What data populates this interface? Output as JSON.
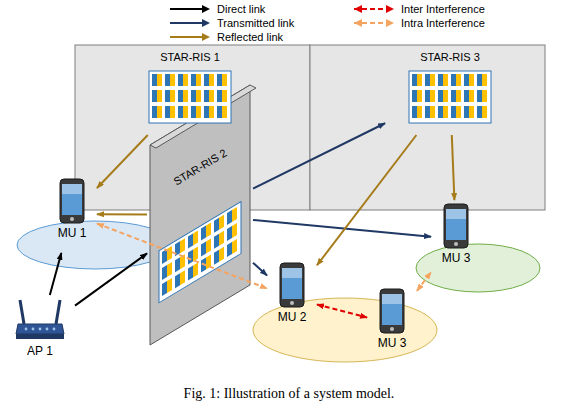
{
  "diagram": {
    "caption": "Fig. 1: Illustration of a system model.",
    "nodes": [
      {
        "text": [
          "STAR-RIS 1"
        ]
      },
      {
        "text": [
          "STAR-RIS 2"
        ]
      },
      {
        "text": [
          "STAR-RIS 3"
        ]
      },
      {
        "text": [
          "MU 1"
        ]
      },
      {
        "text": [
          "MU 2"
        ]
      },
      {
        "text": [
          "MU 3"
        ]
      },
      {
        "text": [
          "MU 3"
        ]
      },
      {
        "text": [
          "AP 1"
        ]
      }
    ],
    "edges": [
      {
        "from": 7,
        "to": 1,
        "arrow": "to"
      },
      {
        "from": 7,
        "to": 3,
        "arrow": "to"
      },
      {
        "from": 0,
        "to": 3,
        "arrow": "to"
      },
      {
        "from": 1,
        "to": 3,
        "arrow": "to"
      },
      {
        "from": 1,
        "to": 2,
        "arrow": "to"
      },
      {
        "from": 1,
        "to": 4,
        "arrow": "to"
      },
      {
        "from": 1,
        "to": 5,
        "arrow": "to"
      },
      {
        "from": 2,
        "to": 5,
        "arrow": "to"
      },
      {
        "from": 2,
        "to": 4,
        "arrow": "to"
      },
      {
        "from": 4,
        "to": 6,
        "arrow": "both"
      },
      {
        "from": 3,
        "to": 4,
        "arrow": "both"
      },
      {
        "from": 6,
        "to": 5,
        "arrow": "both"
      }
    ],
    "legend": [
      {
        "text": "Direct link"
      },
      {
        "text": "Transmitted link"
      },
      {
        "text": "Reflected link"
      },
      {
        "text": "Inter Interference"
      },
      {
        "text": "Intra Interference"
      }
    ]
  }
}
